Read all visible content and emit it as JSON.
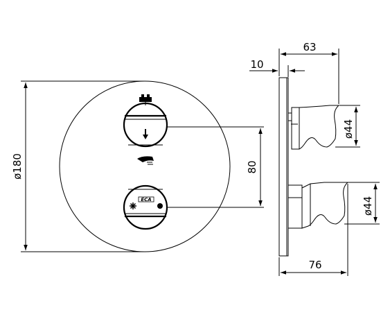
{
  "dimensions": {
    "front_diameter": "ø180",
    "handle_spacing": "80",
    "plate_thickness": "10",
    "upper_depth": "63",
    "lower_depth": "76",
    "upper_handle_diameter": "ø44",
    "lower_handle_diameter": "ø44"
  },
  "icons": {
    "top_function": "bathtub-icon",
    "arrow": "arrow-down-icon",
    "middle_function": "hand-shower-icon",
    "cold": "snowflake-icon",
    "hot": "sun-icon",
    "brand": "eca-logo"
  },
  "brand_logo_text": "ECA"
}
